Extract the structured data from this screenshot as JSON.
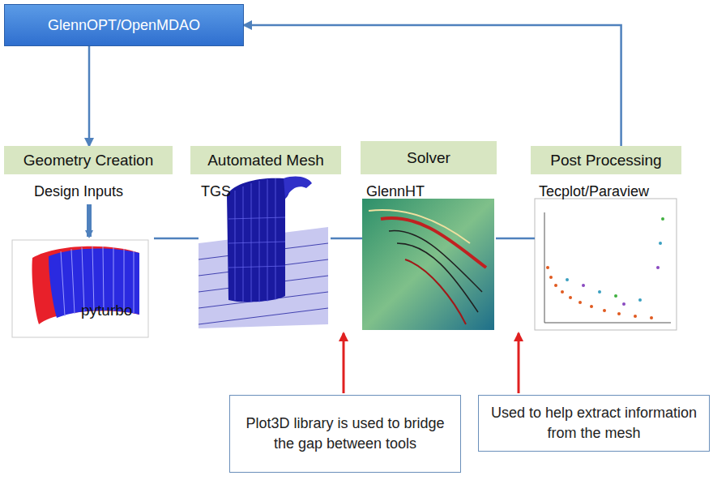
{
  "diagram": {
    "nodes": [
      {
        "text": [
          "GlennOPT/OpenMDAO"
        ]
      },
      {
        "text": [
          "Geometry Creation"
        ]
      },
      {
        "text": [
          "Automated Mesh"
        ]
      },
      {
        "text": [
          "Solver"
        ]
      },
      {
        "text": [
          "Post Processing"
        ]
      },
      {
        "text": [
          "Plot3D library is used to bridge the gap between tools"
        ]
      },
      {
        "text": [
          "Used to help extract information from the mesh"
        ]
      }
    ],
    "edges": [
      {
        "from": 0,
        "to": 1,
        "arrow": "to"
      },
      {
        "from": 4,
        "to": 0,
        "arrow": "to"
      }
    ],
    "labels": [
      "Design Inputs",
      "TGS",
      "GlennHT",
      "Tecplot/Paraview",
      "pyturbo"
    ]
  }
}
